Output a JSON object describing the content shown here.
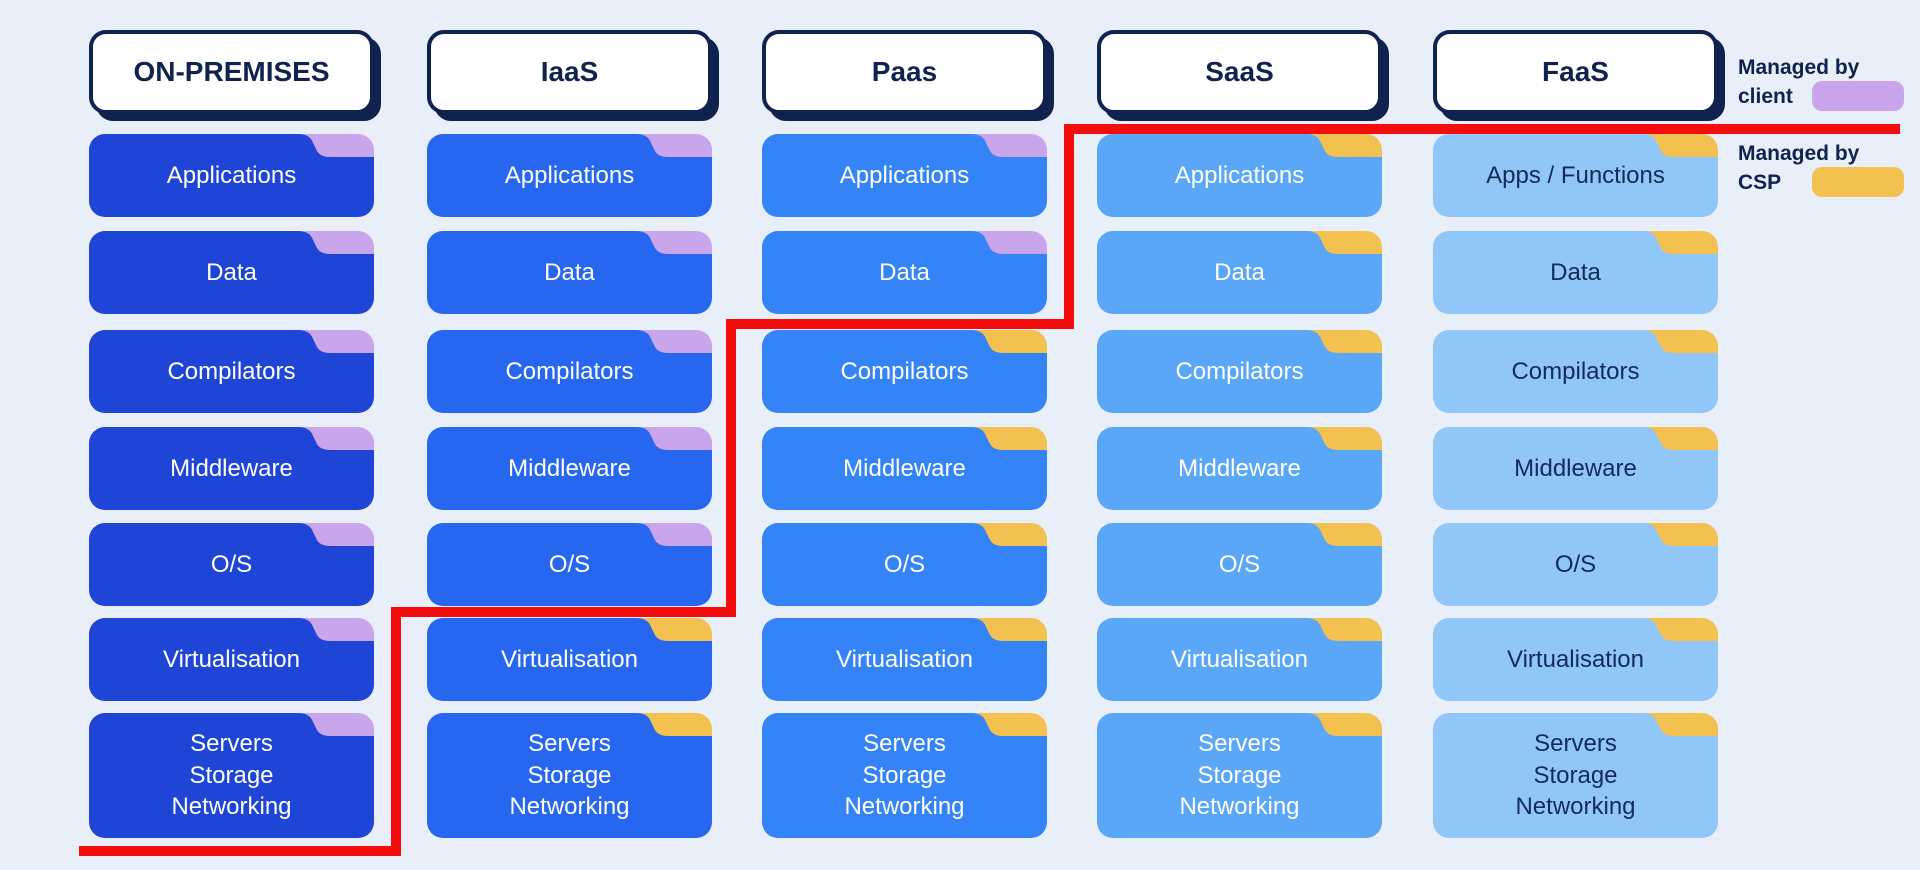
{
  "legend": {
    "client": {
      "line1": "Managed by",
      "line2": "client"
    },
    "csp": {
      "line1": "Managed by",
      "line2": "CSP"
    }
  },
  "colors": {
    "background": "#e8eff8",
    "navy": "#10234f",
    "divider_red": "#f40d0d",
    "managed_by_client": "#c9a6ec",
    "managed_by_csp": "#f2c150",
    "column_fills": [
      "#1e45d6",
      "#2767f0",
      "#3484f7",
      "#5ba7f7",
      "#90c7f8"
    ],
    "column_text": [
      "#ffffff",
      "#ffffff",
      "#ffffff",
      "#ffffff",
      "#132a5a"
    ]
  },
  "columns": [
    {
      "header": "ON-PREMISES",
      "boxes": [
        {
          "label": "Applications",
          "managed_by": "client"
        },
        {
          "label": "Data",
          "managed_by": "client"
        },
        {
          "label": "Compilators",
          "managed_by": "client"
        },
        {
          "label": "Middleware",
          "managed_by": "client"
        },
        {
          "label": "O/S",
          "managed_by": "client"
        },
        {
          "label": "Virtualisation",
          "managed_by": "client"
        },
        {
          "label": "Servers\nStorage\nNetworking",
          "managed_by": "client"
        }
      ]
    },
    {
      "header": "IaaS",
      "boxes": [
        {
          "label": "Applications",
          "managed_by": "client"
        },
        {
          "label": "Data",
          "managed_by": "client"
        },
        {
          "label": "Compilators",
          "managed_by": "client"
        },
        {
          "label": "Middleware",
          "managed_by": "client"
        },
        {
          "label": "O/S",
          "managed_by": "client"
        },
        {
          "label": "Virtualisation",
          "managed_by": "csp"
        },
        {
          "label": "Servers\nStorage\nNetworking",
          "managed_by": "csp"
        }
      ]
    },
    {
      "header": "Paas",
      "boxes": [
        {
          "label": "Applications",
          "managed_by": "client"
        },
        {
          "label": "Data",
          "managed_by": "client"
        },
        {
          "label": "Compilators",
          "managed_by": "csp"
        },
        {
          "label": "Middleware",
          "managed_by": "csp"
        },
        {
          "label": "O/S",
          "managed_by": "csp"
        },
        {
          "label": "Virtualisation",
          "managed_by": "csp"
        },
        {
          "label": "Servers\nStorage\nNetworking",
          "managed_by": "csp"
        }
      ]
    },
    {
      "header": "SaaS",
      "boxes": [
        {
          "label": "Applications",
          "managed_by": "csp"
        },
        {
          "label": "Data",
          "managed_by": "csp"
        },
        {
          "label": "Compilators",
          "managed_by": "csp"
        },
        {
          "label": "Middleware",
          "managed_by": "csp"
        },
        {
          "label": "O/S",
          "managed_by": "csp"
        },
        {
          "label": "Virtualisation",
          "managed_by": "csp"
        },
        {
          "label": "Servers\nStorage\nNetworking",
          "managed_by": "csp"
        }
      ]
    },
    {
      "header": "FaaS",
      "boxes": [
        {
          "label": "Apps / Functions",
          "managed_by": "csp"
        },
        {
          "label": "Data",
          "managed_by": "csp"
        },
        {
          "label": "Compilators",
          "managed_by": "csp"
        },
        {
          "label": "Middleware",
          "managed_by": "csp"
        },
        {
          "label": "O/S",
          "managed_by": "csp"
        },
        {
          "label": "Virtualisation",
          "managed_by": "csp"
        },
        {
          "label": "Servers\nStorage\nNetworking",
          "managed_by": "csp"
        }
      ]
    }
  ]
}
